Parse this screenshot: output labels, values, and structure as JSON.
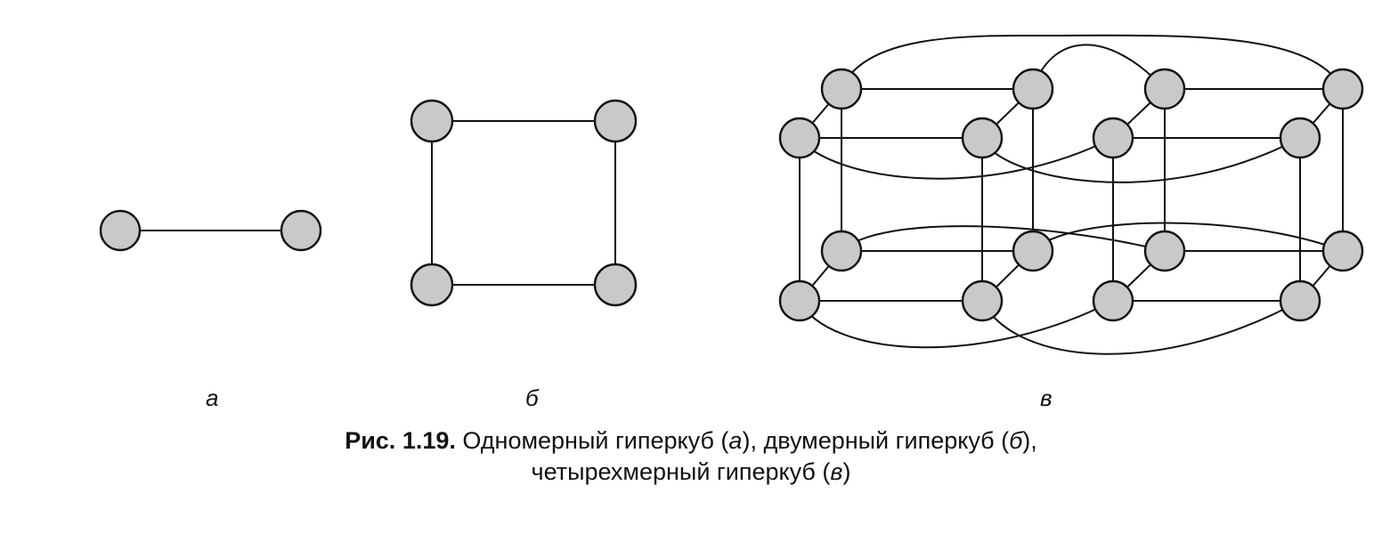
{
  "labels": {
    "a": "а",
    "b": "б",
    "c": "в"
  },
  "caption": {
    "fig_number": "Рис. 1.19.",
    "line1_part1": " Одномерный гиперкуб (",
    "line1_a": "а",
    "line1_part2": "), двумерный гиперкуб (",
    "line1_b": "б",
    "line1_part3": "),",
    "line2_part1": "четырехмерный гиперкуб (",
    "line2_c": "в",
    "line2_part2": ")"
  },
  "colors": {
    "node_fill": "#c9c9c9",
    "stroke": "#111111"
  }
}
